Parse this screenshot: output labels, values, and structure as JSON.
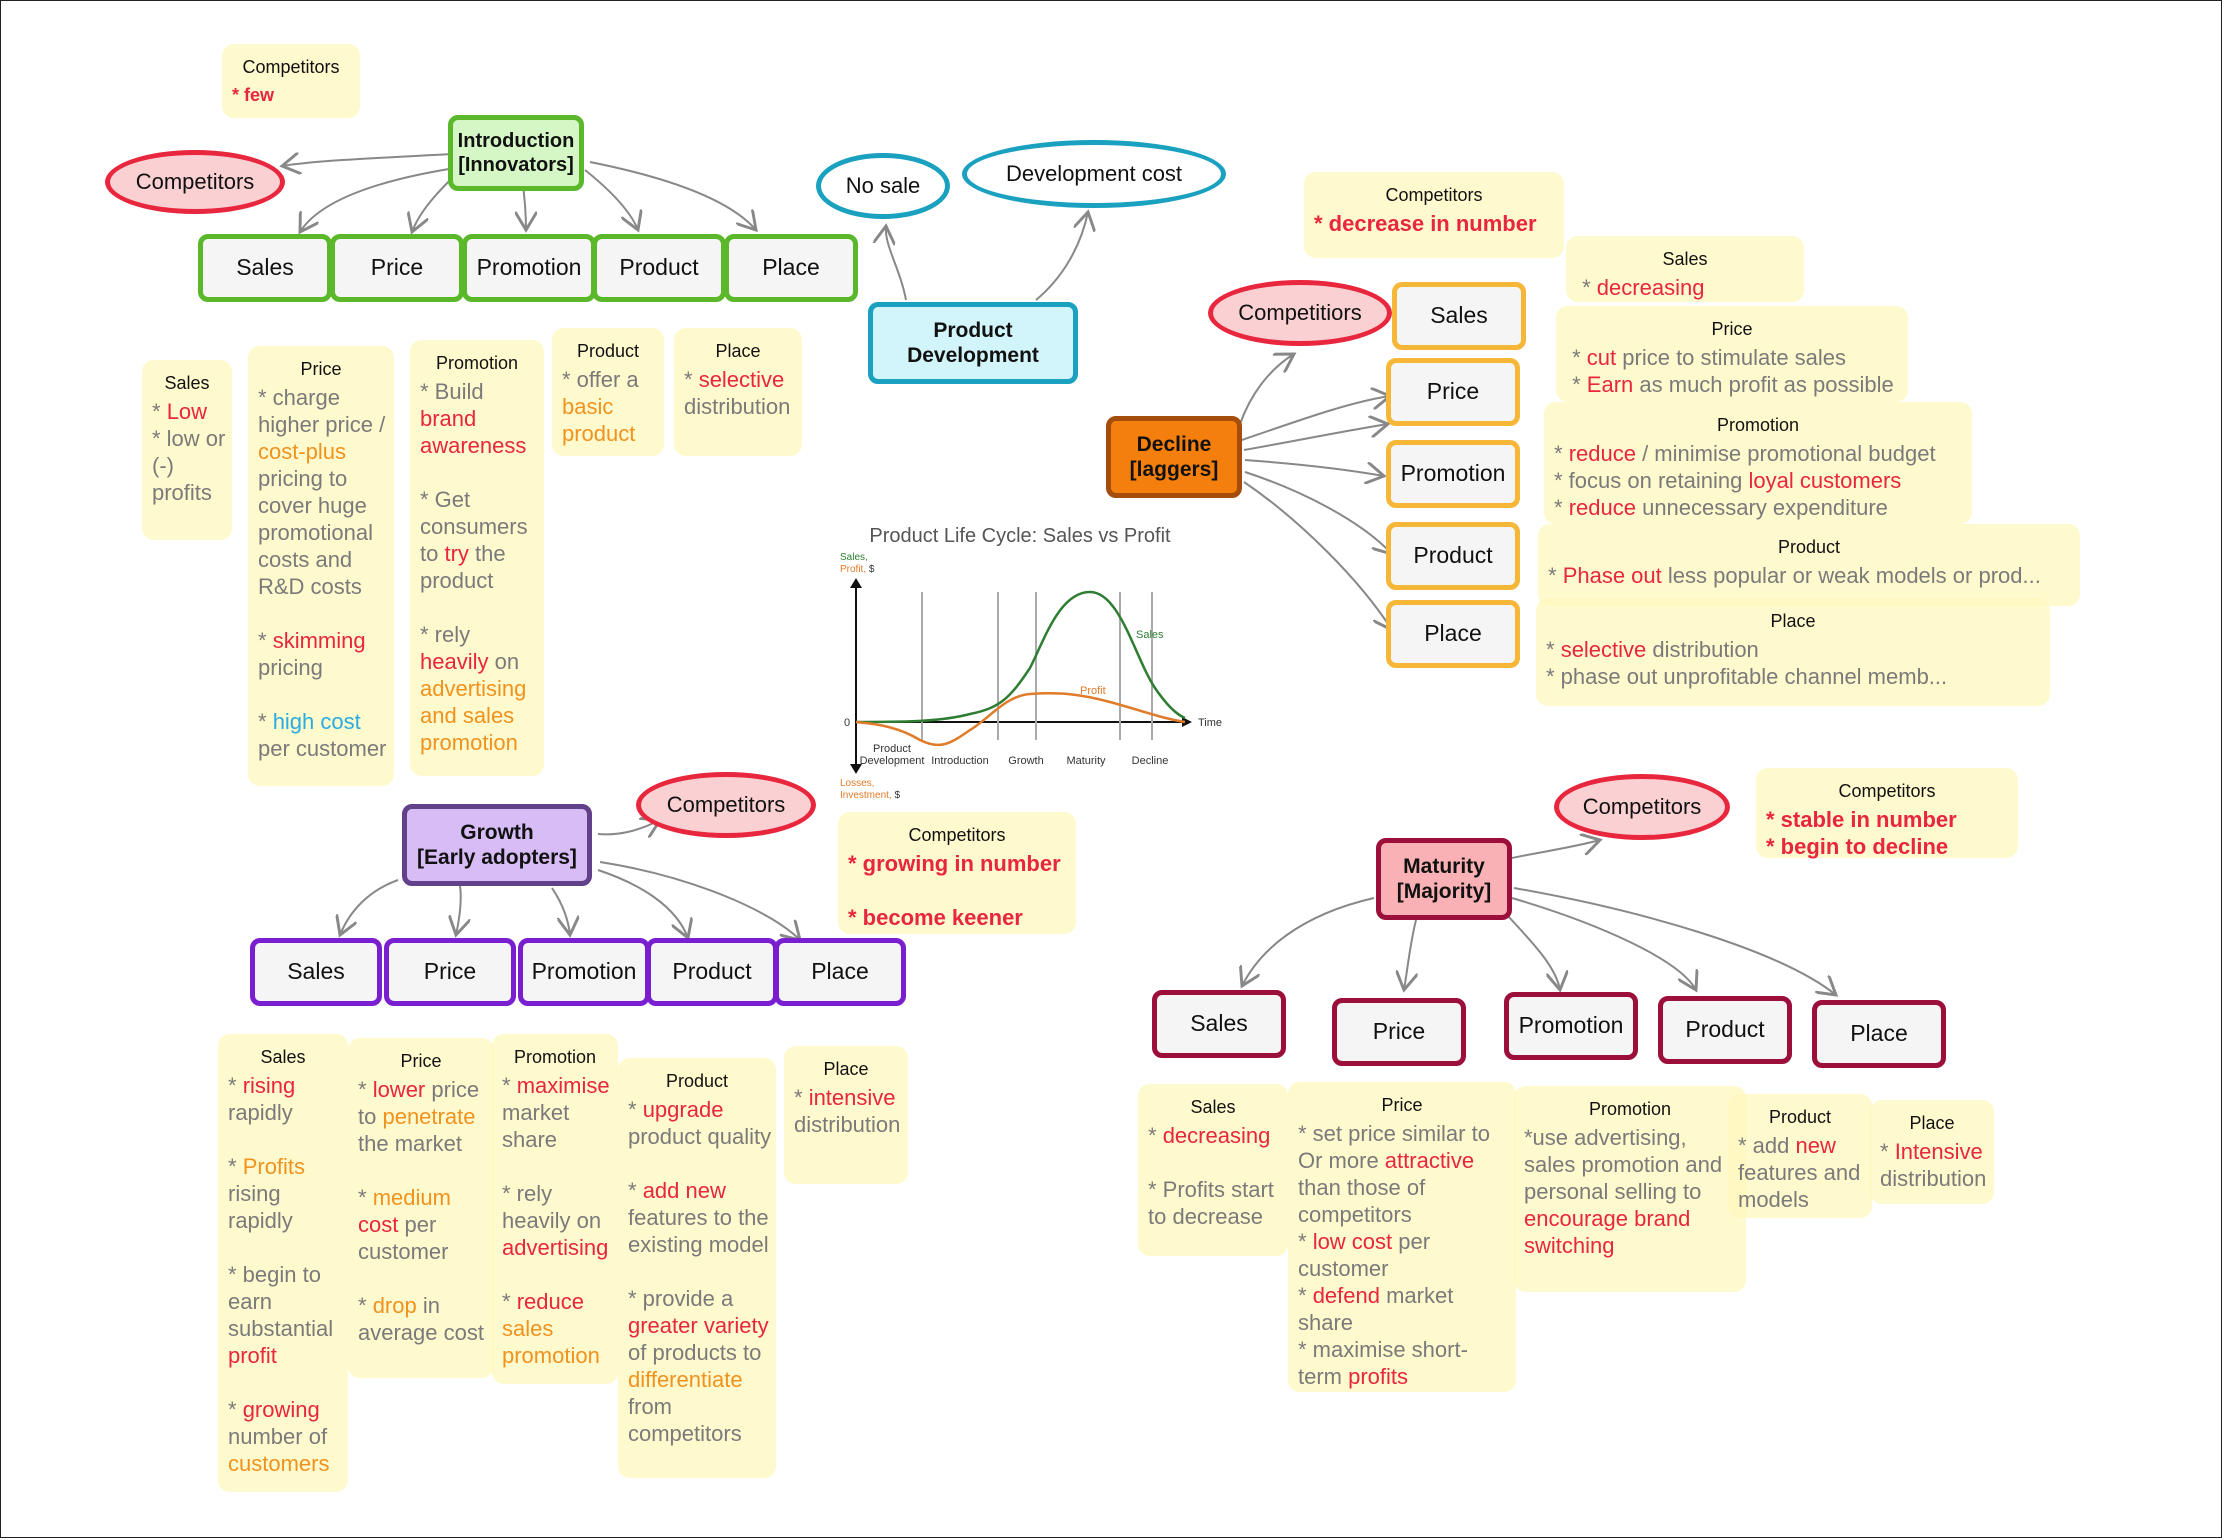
{
  "colors": {
    "green": "#5cb82b",
    "greenFill": "#d4f7c5",
    "purple": "#7a1fd0",
    "purpleDark": "#63408a",
    "purpleFill": "#d7bcf5",
    "maroon": "#9c0f3a",
    "maroonFill": "#f9b1b5",
    "orange": "#f6b637",
    "orangeDark": "#a44d0c",
    "orangeFill": "#f57f0c",
    "teal": "#1ba1c0",
    "tealFill": "#d2f4fb",
    "red": "#e8263d",
    "note": "#fff7be",
    "arrow": "#888888"
  },
  "introduction": {
    "stage": "Introduction\n[Innovators]",
    "competitors": "Competitors",
    "elements": [
      "Sales",
      "Price",
      "Promotion",
      "Product",
      "Place"
    ],
    "competitors_note": {
      "title": "Competitors",
      "lines": [
        [
          [
            "* few",
            "r"
          ]
        ]
      ]
    },
    "notes": [
      {
        "title": "Sales",
        "lines": [
          [
            [
              "* ",
              "k"
            ],
            [
              "Low",
              "r"
            ]
          ],
          [
            [
              "* low or",
              "k"
            ]
          ],
          [
            [
              "(-)",
              "k"
            ]
          ],
          [
            [
              "profits",
              "k"
            ]
          ]
        ]
      },
      {
        "title": "Price",
        "lines": [
          [
            [
              "* charge",
              "k"
            ]
          ],
          [
            [
              "higher price /",
              "k"
            ]
          ],
          [
            [
              "cost-plus",
              "o"
            ]
          ],
          [
            [
              "pricing to",
              "k"
            ]
          ],
          [
            [
              "cover huge",
              "k"
            ]
          ],
          [
            [
              "promotional",
              "k"
            ]
          ],
          [
            [
              "costs and",
              "k"
            ]
          ],
          [
            [
              "R&D costs",
              "k"
            ]
          ],
          [
            [
              "",
              "k"
            ]
          ],
          [
            [
              "* ",
              "k"
            ],
            [
              "skimming",
              "r"
            ]
          ],
          [
            [
              "pricing",
              "k"
            ]
          ],
          [
            [
              "",
              "k"
            ]
          ],
          [
            [
              "* ",
              "k"
            ],
            [
              "high cost",
              "b"
            ]
          ],
          [
            [
              "per customer",
              "k"
            ]
          ]
        ]
      },
      {
        "title": "Promotion",
        "lines": [
          [
            [
              "* Build",
              "k"
            ]
          ],
          [
            [
              "brand",
              "r"
            ]
          ],
          [
            [
              "awareness",
              "r"
            ]
          ],
          [
            [
              "",
              "k"
            ]
          ],
          [
            [
              "* Get",
              "k"
            ]
          ],
          [
            [
              "consumers",
              "k"
            ]
          ],
          [
            [
              "to ",
              "k"
            ],
            [
              "try",
              "r"
            ],
            [
              " the",
              "k"
            ]
          ],
          [
            [
              "product",
              "k"
            ]
          ],
          [
            [
              "",
              "k"
            ]
          ],
          [
            [
              "* rely",
              "k"
            ]
          ],
          [
            [
              "heavily",
              "r"
            ],
            [
              " on",
              "k"
            ]
          ],
          [
            [
              "advertising",
              "o"
            ]
          ],
          [
            [
              "and sales",
              "o"
            ]
          ],
          [
            [
              "promotion",
              "o"
            ]
          ]
        ]
      },
      {
        "title": "Product",
        "lines": [
          [
            [
              "* offer a",
              "k"
            ]
          ],
          [
            [
              "basic",
              "o"
            ]
          ],
          [
            [
              "product",
              "o"
            ]
          ]
        ]
      },
      {
        "title": "Place",
        "lines": [
          [
            [
              "* ",
              "k"
            ],
            [
              "selective",
              "r"
            ]
          ],
          [
            [
              "distribution",
              "k"
            ]
          ]
        ]
      }
    ]
  },
  "product_development": {
    "label": "Product\nDevelopment",
    "no_sale": "No sale",
    "dev_cost": "Development cost"
  },
  "growth": {
    "stage": "Growth\n[Early adopters]",
    "competitors": "Competitors",
    "elements": [
      "Sales",
      "Price",
      "Promotion",
      "Product",
      "Place"
    ],
    "competitors_note": {
      "title": "Competitors",
      "lines": [
        [
          [
            "* growing in number",
            "r"
          ]
        ],
        [
          [
            "",
            "k"
          ]
        ],
        [
          [
            "* become keener",
            "r"
          ]
        ]
      ]
    },
    "notes": [
      {
        "title": "Sales",
        "lines": [
          [
            [
              "* ",
              "k"
            ],
            [
              "rising",
              "r"
            ]
          ],
          [
            [
              "rapidly",
              "k"
            ]
          ],
          [
            [
              "",
              "k"
            ]
          ],
          [
            [
              "* ",
              "k"
            ],
            [
              "Profits",
              "o"
            ]
          ],
          [
            [
              "rising",
              "k"
            ]
          ],
          [
            [
              "rapidly",
              "k"
            ]
          ],
          [
            [
              "",
              "k"
            ]
          ],
          [
            [
              "* begin to",
              "k"
            ]
          ],
          [
            [
              "earn",
              "k"
            ]
          ],
          [
            [
              "substantial",
              "k"
            ]
          ],
          [
            [
              "profit",
              "r"
            ]
          ],
          [
            [
              "",
              "k"
            ]
          ],
          [
            [
              "* ",
              "k"
            ],
            [
              "growing",
              "r"
            ]
          ],
          [
            [
              "number of",
              "k"
            ]
          ],
          [
            [
              "customers",
              "o"
            ]
          ]
        ]
      },
      {
        "title": "Price",
        "lines": [
          [
            [
              "* ",
              "k"
            ],
            [
              "lower",
              "r"
            ],
            [
              " price",
              "k"
            ]
          ],
          [
            [
              "to ",
              "k"
            ],
            [
              "penetrate",
              "o"
            ]
          ],
          [
            [
              "the market",
              "k"
            ]
          ],
          [
            [
              "",
              "k"
            ]
          ],
          [
            [
              "* ",
              "k"
            ],
            [
              "medium",
              "o"
            ]
          ],
          [
            [
              "cost",
              "r"
            ],
            [
              " per",
              "k"
            ]
          ],
          [
            [
              "customer",
              "k"
            ]
          ],
          [
            [
              "",
              "k"
            ]
          ],
          [
            [
              "* ",
              "k"
            ],
            [
              "drop",
              "o"
            ],
            [
              " in",
              "k"
            ]
          ],
          [
            [
              "average cost",
              "k"
            ]
          ]
        ]
      },
      {
        "title": "Promotion",
        "lines": [
          [
            [
              "* ",
              "k"
            ],
            [
              "maximise",
              "r"
            ]
          ],
          [
            [
              "market",
              "k"
            ]
          ],
          [
            [
              "share",
              "k"
            ]
          ],
          [
            [
              "",
              "k"
            ]
          ],
          [
            [
              "* rely",
              "k"
            ]
          ],
          [
            [
              "heavily on",
              "k"
            ]
          ],
          [
            [
              "advertising",
              "r"
            ]
          ],
          [
            [
              "",
              "k"
            ]
          ],
          [
            [
              "* ",
              "k"
            ],
            [
              "reduce",
              "r"
            ]
          ],
          [
            [
              "sales",
              "o"
            ]
          ],
          [
            [
              "promotion",
              "o"
            ]
          ]
        ]
      },
      {
        "title": "Product",
        "lines": [
          [
            [
              "* ",
              "k"
            ],
            [
              "upgrade",
              "r"
            ]
          ],
          [
            [
              "product quality",
              "k"
            ]
          ],
          [
            [
              "",
              "k"
            ]
          ],
          [
            [
              "* ",
              "k"
            ],
            [
              "add new",
              "r"
            ]
          ],
          [
            [
              "features to the",
              "k"
            ]
          ],
          [
            [
              "existing model",
              "k"
            ]
          ],
          [
            [
              "",
              "k"
            ]
          ],
          [
            [
              "* provide a",
              "k"
            ]
          ],
          [
            [
              "greater variety",
              "r"
            ]
          ],
          [
            [
              "of products to",
              "k"
            ]
          ],
          [
            [
              "differentiate",
              "o"
            ]
          ],
          [
            [
              "from",
              "k"
            ]
          ],
          [
            [
              "competitors",
              "k"
            ]
          ]
        ]
      },
      {
        "title": "Place",
        "lines": [
          [
            [
              "* ",
              "k"
            ],
            [
              "intensive",
              "r"
            ]
          ],
          [
            [
              "distribution",
              "k"
            ]
          ]
        ]
      }
    ]
  },
  "decline": {
    "stage": "Decline\n[laggers]",
    "competitors": "Competitiors",
    "elements": [
      "Sales",
      "Price",
      "Promotion",
      "Product",
      "Place"
    ],
    "competitors_note": {
      "title": "Competitors",
      "lines": [
        [
          [
            "* decrease in number",
            "r"
          ]
        ]
      ]
    },
    "notes": [
      {
        "title": "Sales",
        "lines": [
          [
            [
              " * ",
              "k"
            ],
            [
              "decreasing",
              "r"
            ]
          ]
        ]
      },
      {
        "title": "Price",
        "lines": [
          [
            [
              " * ",
              "k"
            ],
            [
              "cut",
              "r"
            ],
            [
              " price to stimulate sales",
              "k"
            ]
          ],
          [
            [
              " * ",
              "k"
            ],
            [
              "Earn",
              "r"
            ],
            [
              " as much profit as possible",
              "k"
            ]
          ]
        ]
      },
      {
        "title": "Promotion",
        "lines": [
          [
            [
              "* ",
              "k"
            ],
            [
              "reduce",
              "r"
            ],
            [
              " / minimise promotional budget",
              "k"
            ]
          ],
          [
            [
              "* focus on retaining ",
              "k"
            ],
            [
              "loyal customers",
              "r"
            ]
          ],
          [
            [
              "* ",
              "k"
            ],
            [
              "reduce",
              "r"
            ],
            [
              " unnecessary expenditure",
              "k"
            ]
          ]
        ]
      },
      {
        "title": "Product",
        "lines": [
          [
            [
              "* ",
              "k"
            ],
            [
              "Phase out",
              "r"
            ],
            [
              " less popular or weak models or prod...",
              "k"
            ]
          ]
        ]
      },
      {
        "title": "Place",
        "lines": [
          [
            [
              "* ",
              "k"
            ],
            [
              "selective",
              "r"
            ],
            [
              " distribution",
              "k"
            ]
          ],
          [
            [
              "* phase out unprofitable channel memb...",
              "k"
            ]
          ]
        ]
      }
    ]
  },
  "maturity": {
    "stage": "Maturity\n[Majority]",
    "competitors": "Competitors",
    "elements": [
      "Sales",
      "Price",
      "Promotion",
      "Product",
      "Place"
    ],
    "competitors_note": {
      "title": "Competitors",
      "lines": [
        [
          [
            "* stable in number",
            "r"
          ]
        ],
        [
          [
            "* begin to decline",
            "r"
          ]
        ]
      ]
    },
    "notes": [
      {
        "title": "Sales",
        "lines": [
          [
            [
              "* ",
              "k"
            ],
            [
              "decreasing",
              "r"
            ]
          ],
          [
            [
              "",
              "k"
            ]
          ],
          [
            [
              "* Profits start",
              "k"
            ]
          ],
          [
            [
              "to decrease",
              "k"
            ]
          ]
        ]
      },
      {
        "title": "Price",
        "lines": [
          [
            [
              "* set price similar to",
              "k"
            ]
          ],
          [
            [
              "Or more ",
              "k"
            ],
            [
              "attractive",
              "r"
            ]
          ],
          [
            [
              "than those of",
              "k"
            ]
          ],
          [
            [
              "competitors",
              "k"
            ]
          ],
          [
            [
              "* ",
              "k"
            ],
            [
              "low cost",
              "r"
            ],
            [
              " per",
              "k"
            ]
          ],
          [
            [
              "customer",
              "k"
            ]
          ],
          [
            [
              "* ",
              "k"
            ],
            [
              "defend",
              "r"
            ],
            [
              " market",
              "k"
            ]
          ],
          [
            [
              "share",
              "k"
            ]
          ],
          [
            [
              "* maximise short-",
              "k"
            ]
          ],
          [
            [
              "term ",
              "k"
            ],
            [
              "profits",
              "r"
            ]
          ]
        ]
      },
      {
        "title": "Promotion",
        "lines": [
          [
            [
              "*use advertising,",
              "k"
            ]
          ],
          [
            [
              "sales promotion and",
              "k"
            ]
          ],
          [
            [
              "personal selling to",
              "k"
            ]
          ],
          [
            [
              "encourage brand",
              "r"
            ]
          ],
          [
            [
              "switching",
              "r"
            ]
          ]
        ]
      },
      {
        "title": "Product",
        "lines": [
          [
            [
              "* add ",
              "k"
            ],
            [
              "new",
              "r"
            ]
          ],
          [
            [
              "features and",
              "k"
            ]
          ],
          [
            [
              "models",
              "k"
            ]
          ]
        ]
      },
      {
        "title": "Place",
        "lines": [
          [
            [
              "* ",
              "k"
            ],
            [
              "Intensive",
              "r"
            ]
          ],
          [
            [
              "distribution",
              "k"
            ]
          ]
        ]
      }
    ]
  },
  "plc_chart": {
    "title": "Product Life Cycle: Sales vs Profit",
    "y_top_label": "Sales, Profit, $",
    "y_bottom_label": "Losses, Investment, $",
    "zero_label": "0",
    "time_label": "Time",
    "sales_label": "Sales",
    "profit_label": "Profit",
    "stages": [
      "Product Development",
      "Introduction",
      "Growth",
      "Maturity",
      "Decline"
    ]
  }
}
